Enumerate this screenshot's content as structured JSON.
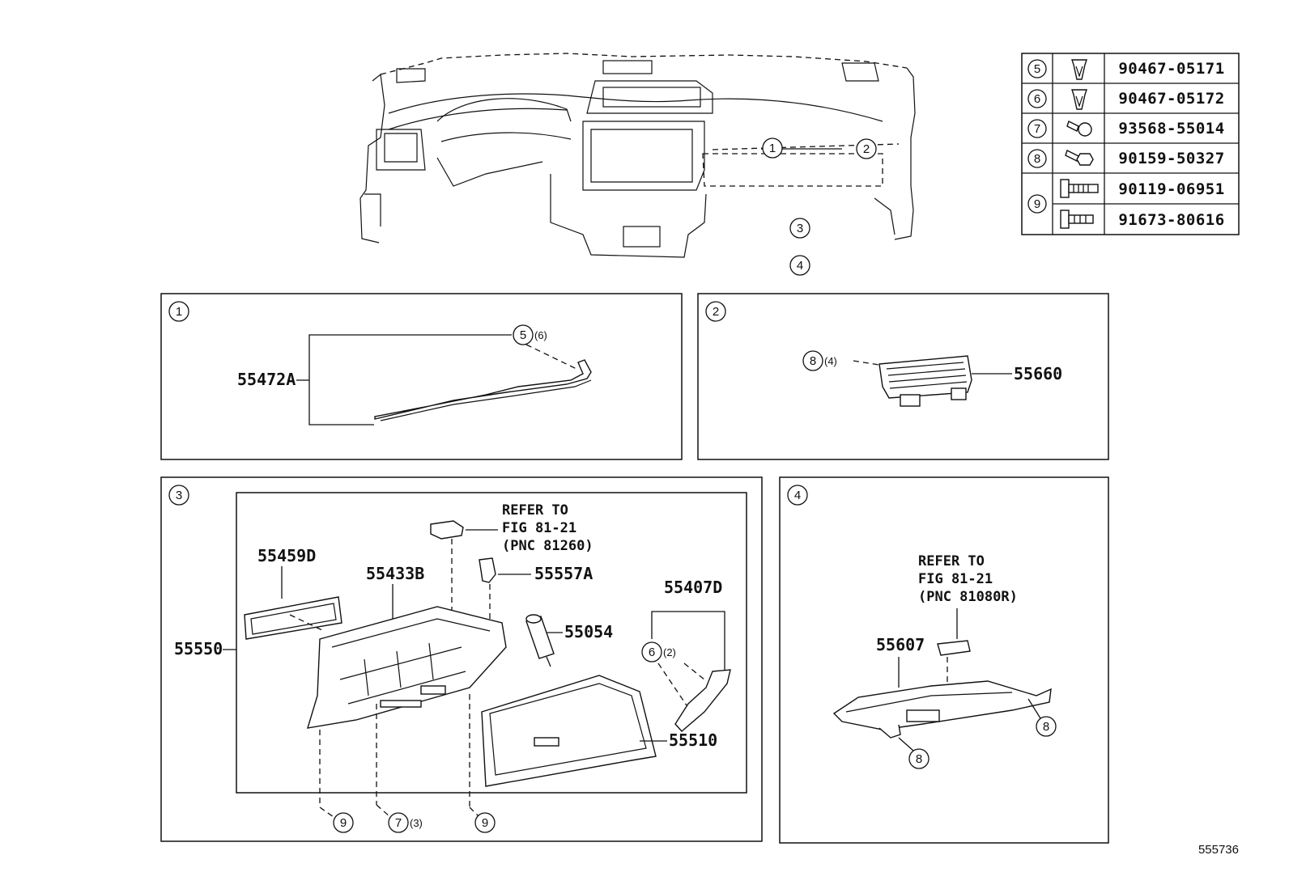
{
  "diagram_id": "555736",
  "callouts_main": [
    "1",
    "2",
    "3",
    "4"
  ],
  "fastener_table": [
    {
      "ref": "5",
      "part_no": "90467-05171",
      "icon": "clip-icon"
    },
    {
      "ref": "6",
      "part_no": "90467-05172",
      "icon": "clip-icon"
    },
    {
      "ref": "7",
      "part_no": "93568-55014",
      "icon": "screw-icon"
    },
    {
      "ref": "8",
      "part_no": "90159-50327",
      "icon": "screw-icon"
    },
    {
      "ref": "9",
      "part_no": "90119-06951",
      "icon": "bolt-icon"
    },
    {
      "ref": "",
      "part_no": "91673-80616",
      "icon": "bolt-icon"
    }
  ],
  "panel1": {
    "label": "1",
    "part": "55472A",
    "callout": "5",
    "callout_qty": "(6)"
  },
  "panel2": {
    "label": "2",
    "part": "55660",
    "callout": "8",
    "callout_qty": "(4)"
  },
  "panel3": {
    "label": "3",
    "assembly": "55550",
    "parts": {
      "p1": "55459D",
      "p2": "55433B",
      "p3": "55557A",
      "p4": "55054",
      "p5": "55407D",
      "p6": "55510"
    },
    "refer": {
      "line1": "REFER TO",
      "line2": "FIG 81-21",
      "line3": "(PNC 81260)"
    },
    "callout6": "6",
    "callout6_qty": "(2)",
    "callout9a": "9",
    "callout7": "7",
    "callout7_qty": "(3)",
    "callout9b": "9"
  },
  "panel4": {
    "label": "4",
    "part": "55607",
    "refer": {
      "line1": "REFER TO",
      "line2": "FIG 81-21",
      "line3": "(PNC 81080R)"
    },
    "callout8a": "8",
    "callout8b": "8"
  }
}
